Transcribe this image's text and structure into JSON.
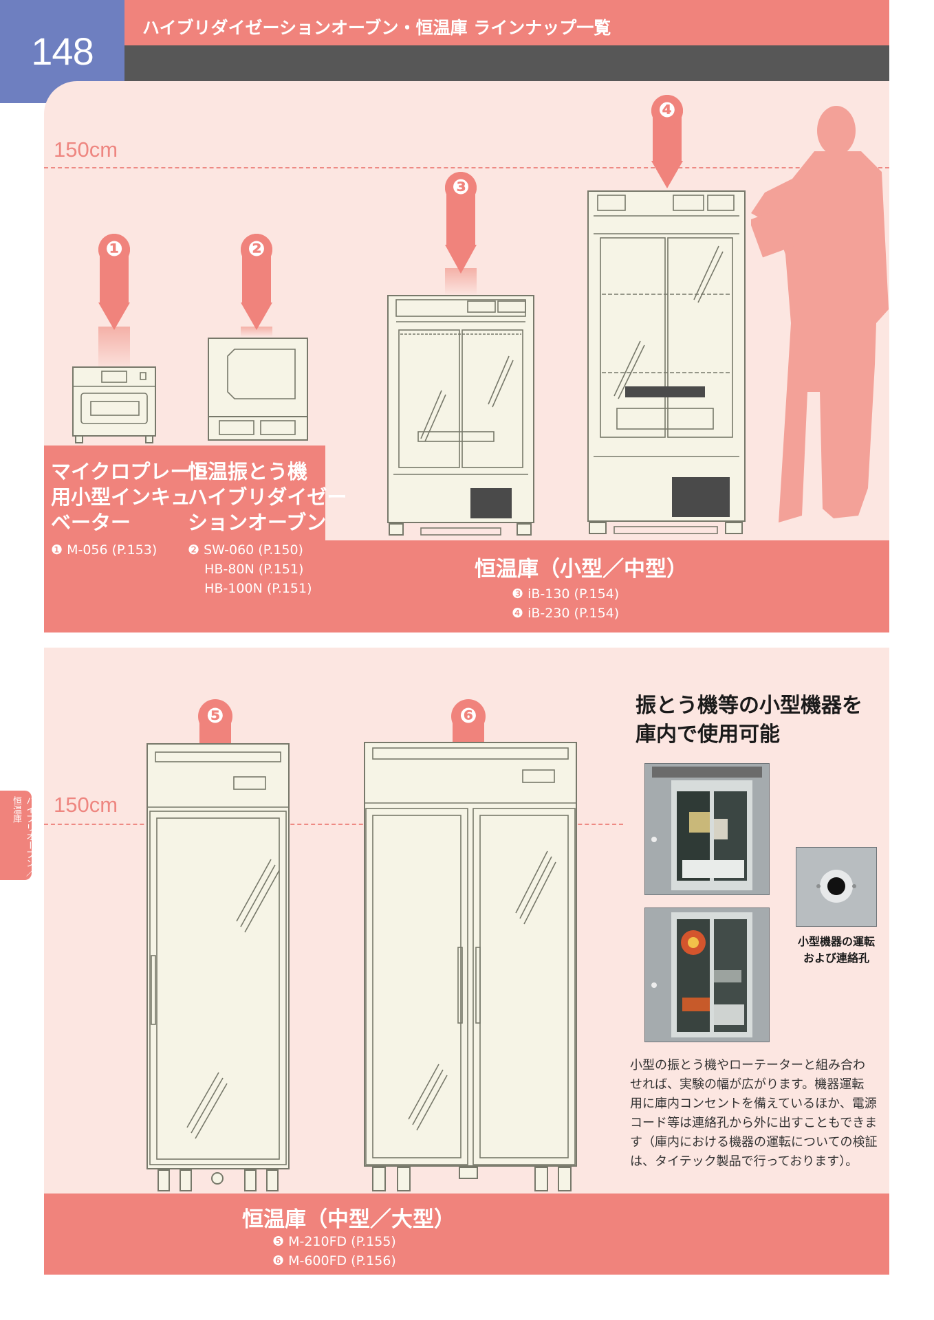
{
  "page_number": "148",
  "header": {
    "title": "ハイブリダイゼーションオーブン・恒温庫 ラインナップ一覧"
  },
  "side_tab": {
    "label": "ハイブリオーブン／恒温庫"
  },
  "height_marker": {
    "label": "150cm"
  },
  "markers": [
    "❶",
    "❷",
    "❸",
    "❹",
    "❺",
    "❻"
  ],
  "section_top": {
    "cat1": {
      "title_lines": [
        "マイクロプレート",
        "用小型インキュ",
        "ベーター"
      ],
      "models": "❶ M-056 (P.153)"
    },
    "cat2": {
      "title_lines": [
        "恒温振とう機",
        "ハイブリダイゼー",
        "ションオーブン"
      ],
      "models": "❷ SW-060 (P.150)\n    HB-80N (P.151)\n    HB-100N (P.151)"
    },
    "cat3": {
      "title": "恒温庫（小型／中型）",
      "models": "❸ iB-130 (P.154)\n❹ iB-230 (P.154)"
    }
  },
  "section_bottom": {
    "cat4": {
      "title": "恒温庫（中型／大型）",
      "models": "❺ M-210FD (P.155)\n❻ M-600FD (P.156)"
    },
    "feature": {
      "heading_lines": [
        "振とう機等の小型機器を",
        "庫内で使用可能"
      ],
      "caption_lines": [
        "小型機器の運転",
        "および連絡孔"
      ],
      "body_lines": [
        "小型の振とう機やローテーターと組み合わ",
        "せれば、実験の幅が広がります。機器運転",
        "用に庫内コンセントを備えているほか、電源",
        "コード等は連絡孔から外に出すこともできま",
        "す（庫内における機器の運転についての検証",
        "は、タイテック製品で行っております）。"
      ]
    }
  },
  "colors": {
    "accent": "#f0837c",
    "page_num_bg": "#6e7fc0",
    "panel": "#fce6e1",
    "dark_bar": "#575757"
  }
}
